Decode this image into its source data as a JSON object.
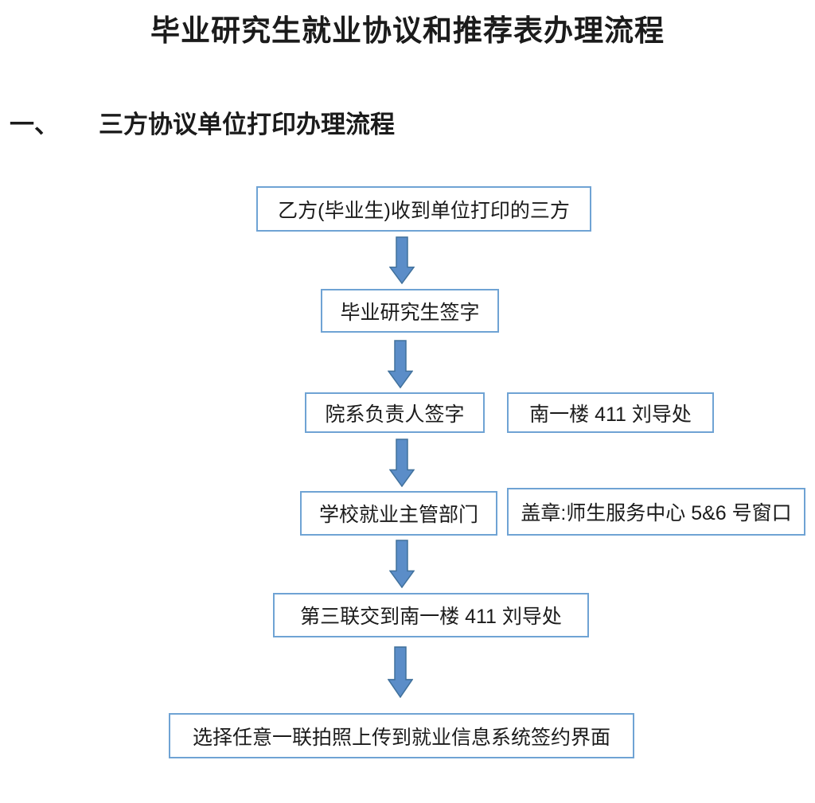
{
  "page": {
    "title": "毕业研究生就业协议和推荐表办理流程",
    "section": {
      "number": "一、",
      "title": "三方协议单位打印办理流程"
    }
  },
  "flowchart": {
    "steps": [
      {
        "label": "乙方(毕业生)收到单位打印的三方"
      },
      {
        "label": "毕业研究生签字"
      },
      {
        "label": "院系负责人签字",
        "note": "南一楼 411 刘导处"
      },
      {
        "label": "学校就业主管部门",
        "note": "盖章:师生服务中心 5&6 号窗口"
      },
      {
        "label": "第三联交到南一楼 411 刘导处"
      },
      {
        "label": "选择任意一联拍照上传到就业信息系统签约界面"
      }
    ],
    "arrow_icon": "down-block-arrow"
  },
  "colors": {
    "background": "#ffffff",
    "box_border": "#6fa3d4",
    "arrow_fill": "#5b8dc8",
    "arrow_stroke": "#41719c",
    "text": "#1b1b1b"
  }
}
